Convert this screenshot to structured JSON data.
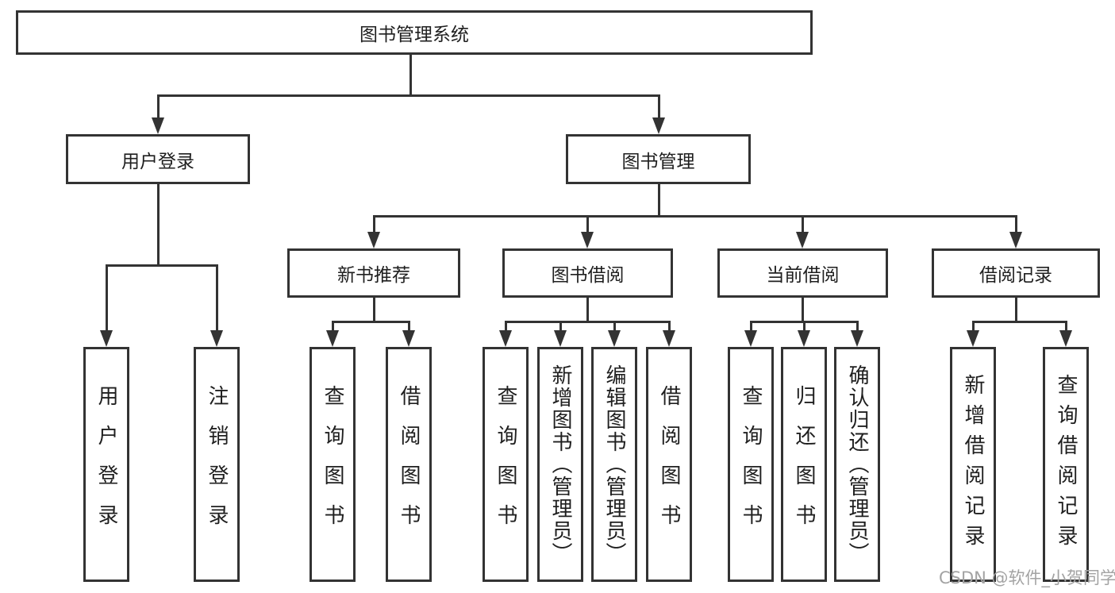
{
  "diagram": {
    "root": {
      "label": "图书管理系统"
    },
    "level2": [
      {
        "label": "用户登录",
        "children": [
          {
            "label": "用户登录"
          },
          {
            "label": "注销登录"
          }
        ]
      },
      {
        "label": "图书管理"
      }
    ],
    "level3": [
      {
        "label": "新书推荐",
        "children": [
          {
            "label": "查询图书"
          },
          {
            "label": "借阅图书"
          }
        ]
      },
      {
        "label": "图书借阅",
        "children": [
          {
            "label": "查询图书"
          },
          {
            "label": "新增图书（管理员）"
          },
          {
            "label": "编辑图书（管理员）"
          },
          {
            "label": "借阅图书"
          }
        ]
      },
      {
        "label": "当前借阅",
        "children": [
          {
            "label": "查询图书"
          },
          {
            "label": "归还图书"
          },
          {
            "label": "确认归还（管理员）"
          }
        ]
      },
      {
        "label": "借阅记录",
        "children": [
          {
            "label": "新增借阅记录"
          },
          {
            "label": "查询借阅记录"
          }
        ]
      }
    ]
  },
  "watermark": {
    "text": "CSDN @软件_小贺同学"
  },
  "colors": {
    "line": "#333333",
    "text": "#1f1f1f",
    "background": "#ffffff",
    "watermark": "#a3a3a3"
  }
}
